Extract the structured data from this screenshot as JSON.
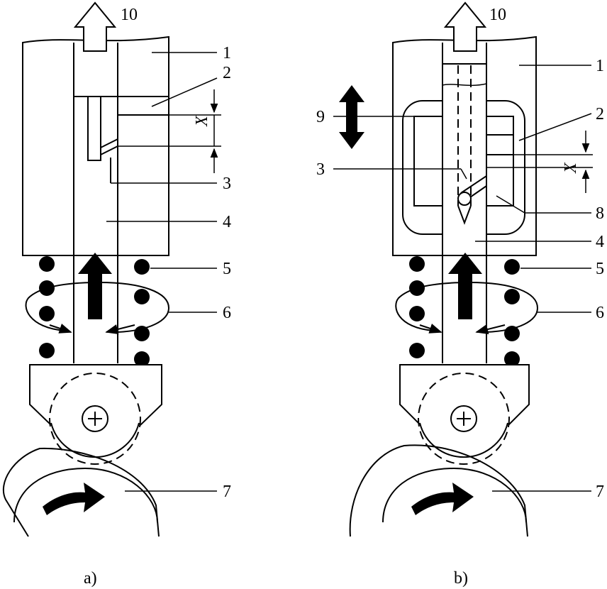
{
  "figure": {
    "panel_a": {
      "caption": "a)",
      "callouts": {
        "flow": "10",
        "body": "1",
        "cavity": "2",
        "drain": "3",
        "plunger": "4",
        "spring": "5",
        "press": "6",
        "cam": "7",
        "travel": "X"
      }
    },
    "panel_b": {
      "caption": "b)",
      "callouts": {
        "flow": "10",
        "body": "1",
        "cavity": "2",
        "drain": "3",
        "plunger": "4",
        "spring": "5",
        "press": "6",
        "cam": "7",
        "sleeve": "8",
        "motion": "9",
        "travel": "X"
      }
    }
  }
}
